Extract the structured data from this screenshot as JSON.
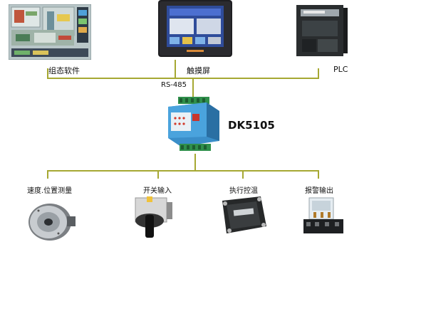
{
  "top_devices": [
    {
      "label": "组态软件"
    },
    {
      "label": "触摸屏"
    },
    {
      "label": "PLC"
    }
  ],
  "bus_label": "RS-485",
  "center_device": {
    "label": "DK5105"
  },
  "bottom_devices": [
    {
      "label": "速度.位置测量"
    },
    {
      "label": "开关输入"
    },
    {
      "label": "执行控温"
    },
    {
      "label": "报警输出"
    }
  ],
  "colors": {
    "bus": "#a6a832",
    "module_body": "#3a8ec9"
  }
}
